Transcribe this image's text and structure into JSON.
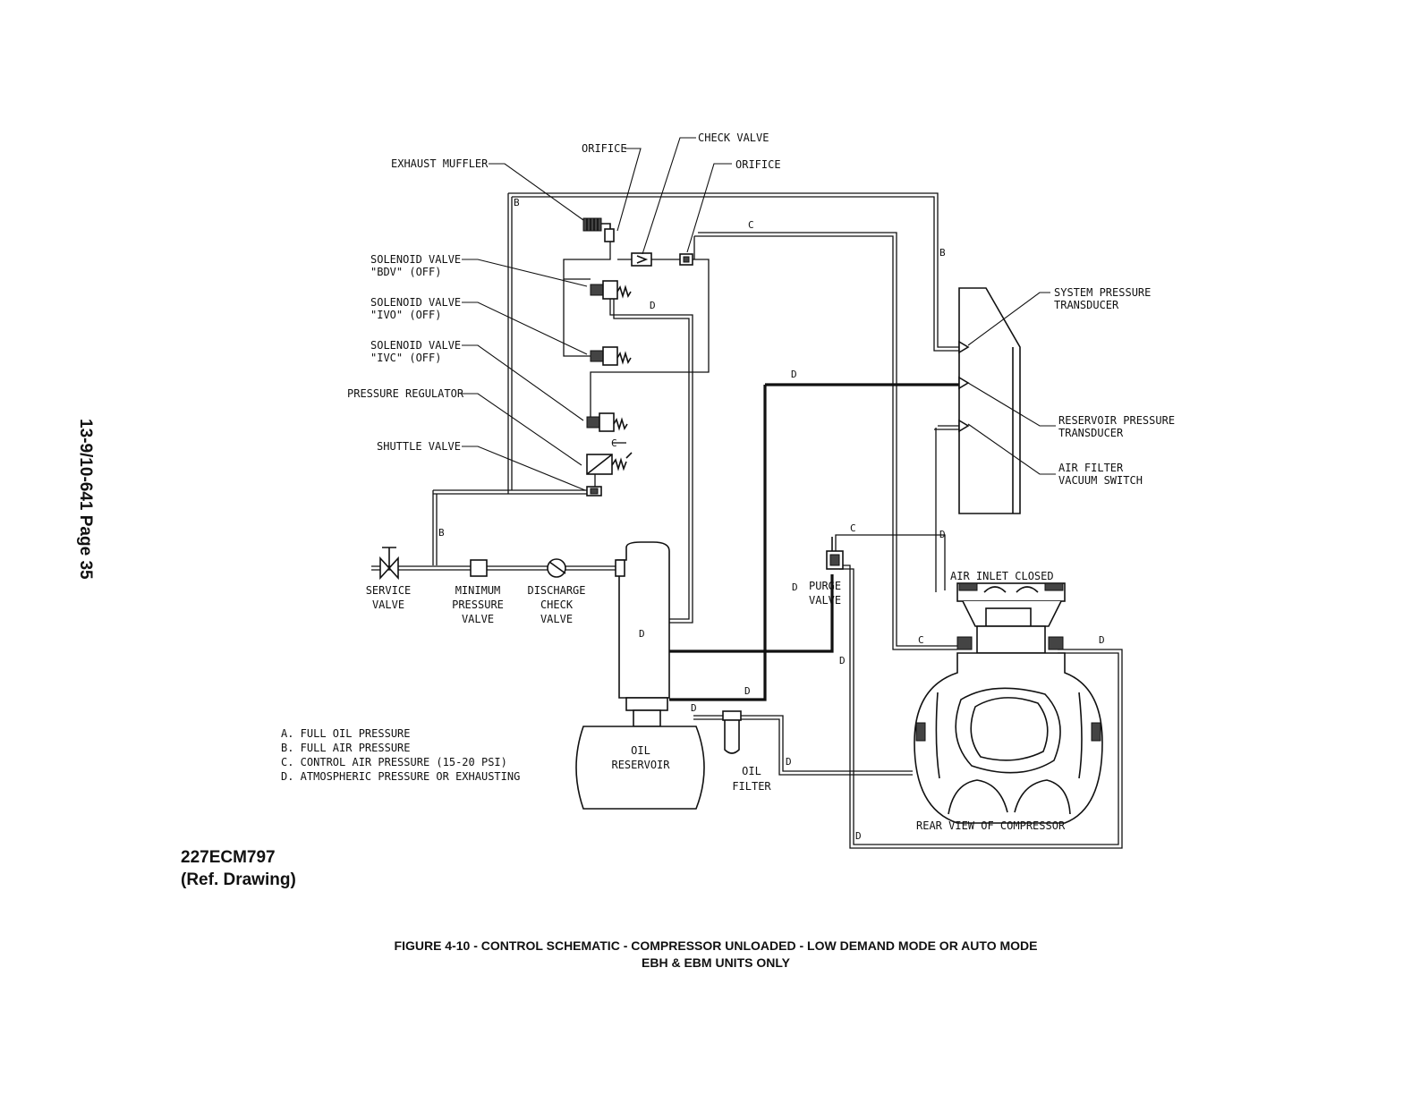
{
  "side_label": "13-9/10-641   Page 35",
  "ref": {
    "line1": "227ECM797",
    "line2": "(Ref. Drawing)"
  },
  "caption": {
    "line1": "FIGURE 4-10  -  CONTROL SCHEMATIC - COMPRESSOR UNLOADED - LOW DEMAND MODE OR AUTO MODE",
    "line2": "EBH & EBM UNITS ONLY"
  },
  "labels": {
    "orifice_1": "ORIFICE",
    "check_valve": "CHECK VALVE",
    "orifice_2": "ORIFICE",
    "exhaust_muffler": "EXHAUST MUFFLER",
    "sv_bdv_1": "SOLENOID VALVE",
    "sv_bdv_2": "\"BDV\" (OFF)",
    "sv_ivo_1": "SOLENOID VALVE",
    "sv_ivo_2": "\"IVO\" (OFF)",
    "sv_ivc_1": "SOLENOID VALVE",
    "sv_ivc_2": "\"IVC\" (OFF)",
    "pressure_regulator": "PRESSURE REGULATOR",
    "shuttle_valve": "SHUTTLE VALVE",
    "system_pressure_1": "SYSTEM PRESSURE",
    "system_pressure_2": "TRANSDUCER",
    "reservoir_pressure_1": "RESERVOIR PRESSURE",
    "reservoir_pressure_2": "TRANSDUCER",
    "air_filter_1": "AIR FILTER",
    "air_filter_2": "VACUUM SWITCH",
    "service_valve_1": "SERVICE",
    "service_valve_2": "VALVE",
    "min_pressure_1": "MINIMUM",
    "min_pressure_2": "PRESSURE",
    "min_pressure_3": "VALVE",
    "discharge_check_1": "DISCHARGE",
    "discharge_check_2": "CHECK",
    "discharge_check_3": "VALVE",
    "purge_valve_1": "PURGE",
    "purge_valve_2": "VALVE",
    "air_inlet_closed": "AIR INLET CLOSED",
    "oil_reservoir_1": "OIL",
    "oil_reservoir_2": "RESERVOIR",
    "oil_filter_1": "OIL",
    "oil_filter_2": "FILTER",
    "rear_view": "REAR VIEW OF COMPRESSOR"
  },
  "line_codes": {
    "a": "A",
    "b": "B",
    "c": "C",
    "d": "D"
  },
  "legend": [
    "A. FULL OIL PRESSURE",
    "B. FULL AIR PRESSURE",
    "C. CONTROL AIR PRESSURE (15-20 PSI)",
    "D. ATMOSPHERIC PRESSURE OR EXHAUSTING"
  ]
}
